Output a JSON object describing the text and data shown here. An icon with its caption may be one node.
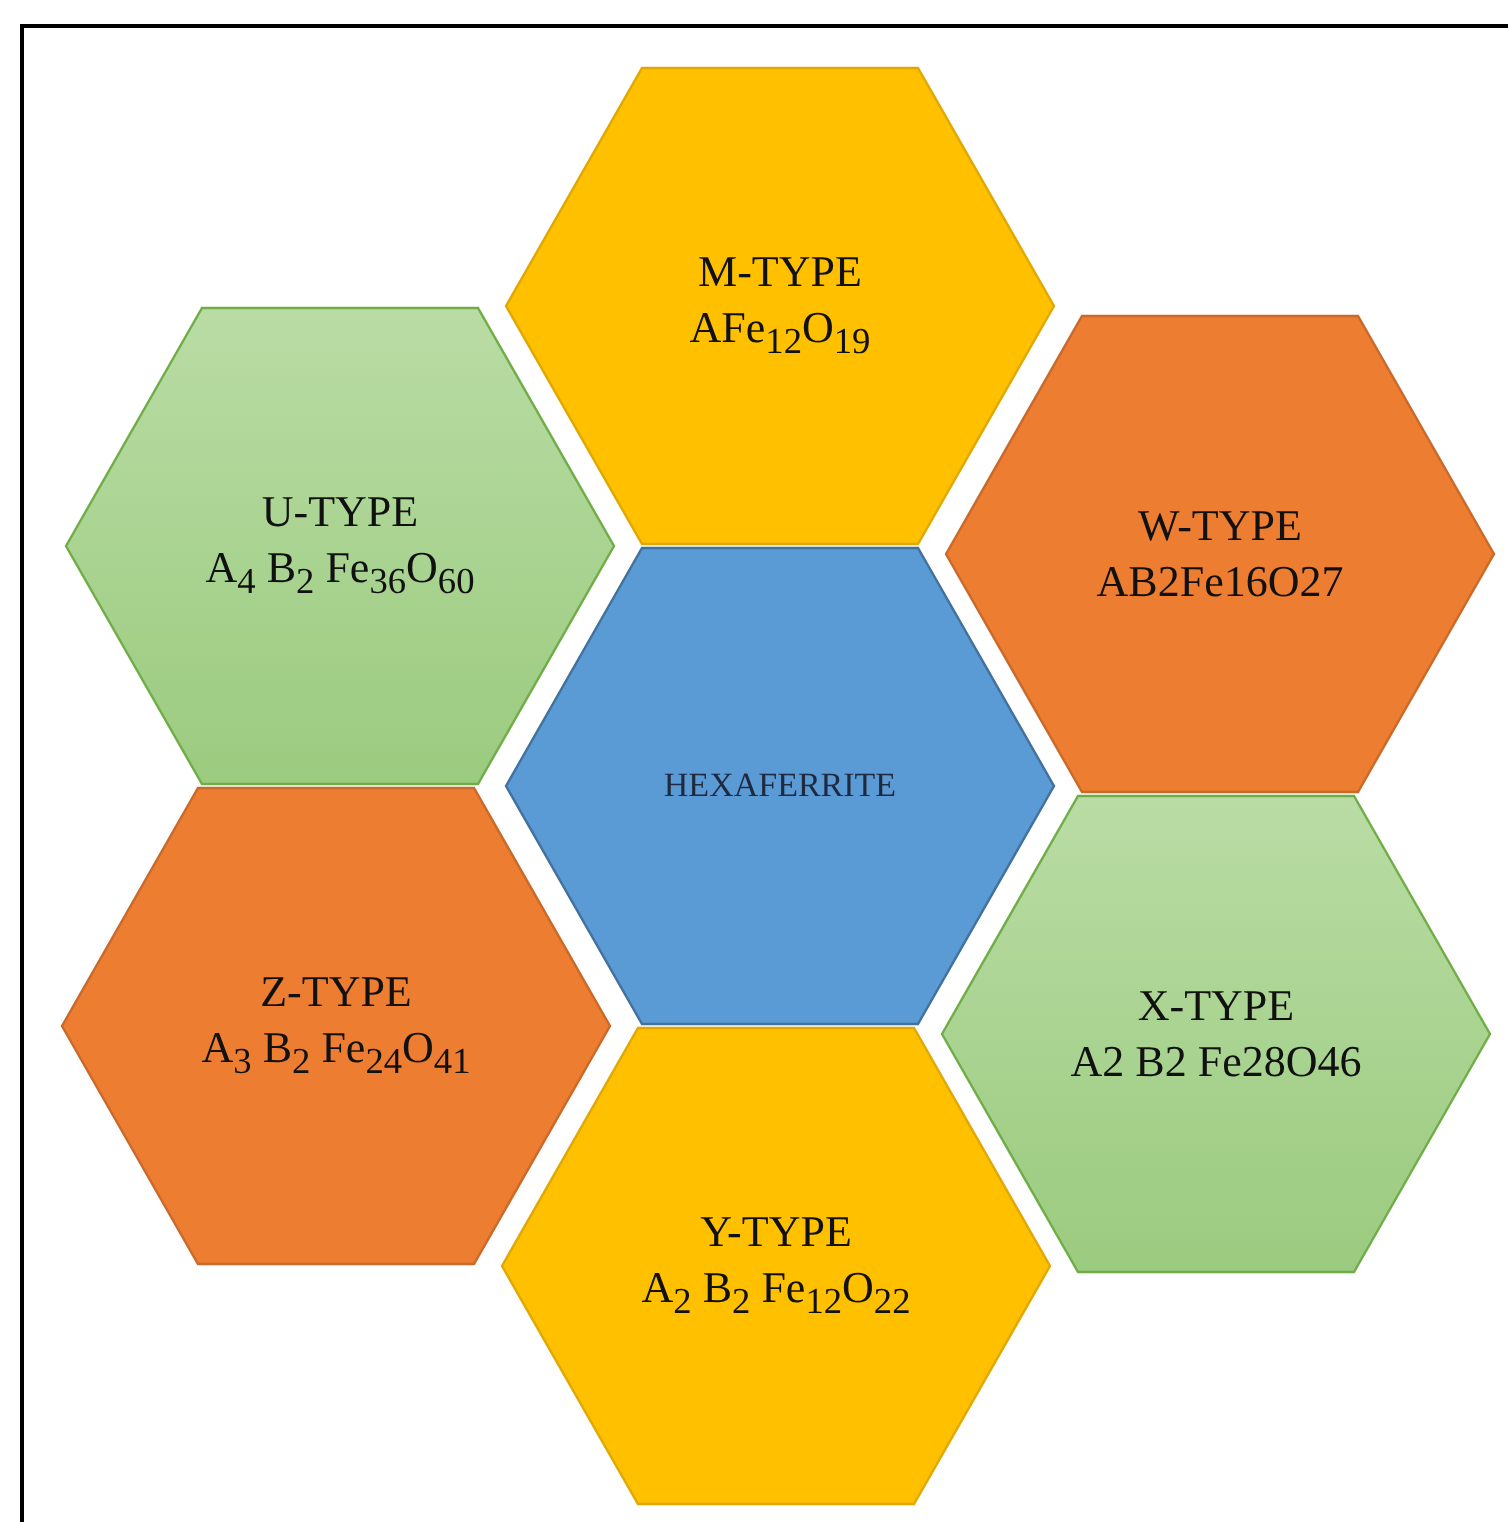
{
  "diagram": {
    "nodes": [
      {
        "text": [
          "M-TYPE",
          "AFe$_{12}$O$_{19}$"
        ]
      },
      {
        "text": [
          "U-TYPE",
          "A$_{4}$ B$_{2}$ Fe$_{36}$O$_{60}$"
        ]
      },
      {
        "text": [
          "W-TYPE",
          "AB2Fe16O27"
        ]
      },
      {
        "text": [
          "HEXAFERRITE"
        ]
      },
      {
        "text": [
          "Z-TYPE",
          "A$_{3}$ B$_{2}$ Fe$_{24}$O$_{41}$"
        ]
      },
      {
        "text": [
          "X-TYPE",
          "A2 B2 Fe28O46"
        ]
      },
      {
        "text": [
          "Y-TYPE",
          "A$_{2}$ B$_{2}$ Fe$_{12}$O$_{22}$"
        ]
      }
    ]
  }
}
